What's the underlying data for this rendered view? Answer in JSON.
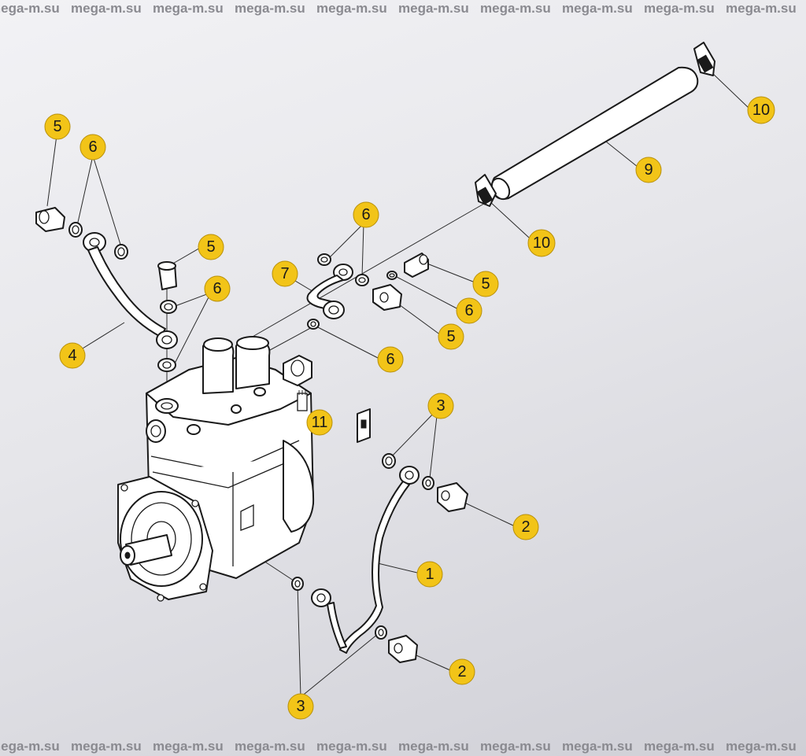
{
  "watermark": {
    "text": "mega-m.su",
    "top_row": [
      "mega-m.su",
      "mega-m.su",
      "mega-m.su",
      "mega-m.su",
      "mega-m.su",
      "mega-m.su",
      "mega-m.su",
      "mega-m.su",
      "mega-m.su",
      "mega-m.su"
    ],
    "bottom_row": [
      "mega-m.su",
      "mega-m.su",
      "mega-m.su",
      "mega-m.su",
      "mega-m.su",
      "mega-m.su",
      "mega-m.su",
      "mega-m.su",
      "mega-m.su",
      "mega-m.su"
    ]
  },
  "colors": {
    "callout_fill": "#f2c418",
    "callout_stroke": "#b8900a",
    "line_art": "#1a1a1a",
    "watermark": "#8a8a90"
  },
  "callouts": [
    {
      "id": "c5-top-left",
      "label": "5"
    },
    {
      "id": "c6-top-left",
      "label": "6"
    },
    {
      "id": "c5-mid",
      "label": "5"
    },
    {
      "id": "c6-mid",
      "label": "6"
    },
    {
      "id": "c4",
      "label": "4"
    },
    {
      "id": "c7",
      "label": "7"
    },
    {
      "id": "c6-pipe",
      "label": "6"
    },
    {
      "id": "c5-right-a",
      "label": "5"
    },
    {
      "id": "c6-right",
      "label": "6"
    },
    {
      "id": "c5-right-b",
      "label": "5"
    },
    {
      "id": "c6-lower",
      "label": "6"
    },
    {
      "id": "c9",
      "label": "9"
    },
    {
      "id": "c10-top",
      "label": "10"
    },
    {
      "id": "c10-mid",
      "label": "10"
    },
    {
      "id": "c11",
      "label": "11"
    },
    {
      "id": "c3-upper",
      "label": "3"
    },
    {
      "id": "c2-upper",
      "label": "2"
    },
    {
      "id": "c1",
      "label": "1"
    },
    {
      "id": "c2-lower",
      "label": "2"
    },
    {
      "id": "c3-lower",
      "label": "3"
    }
  ]
}
